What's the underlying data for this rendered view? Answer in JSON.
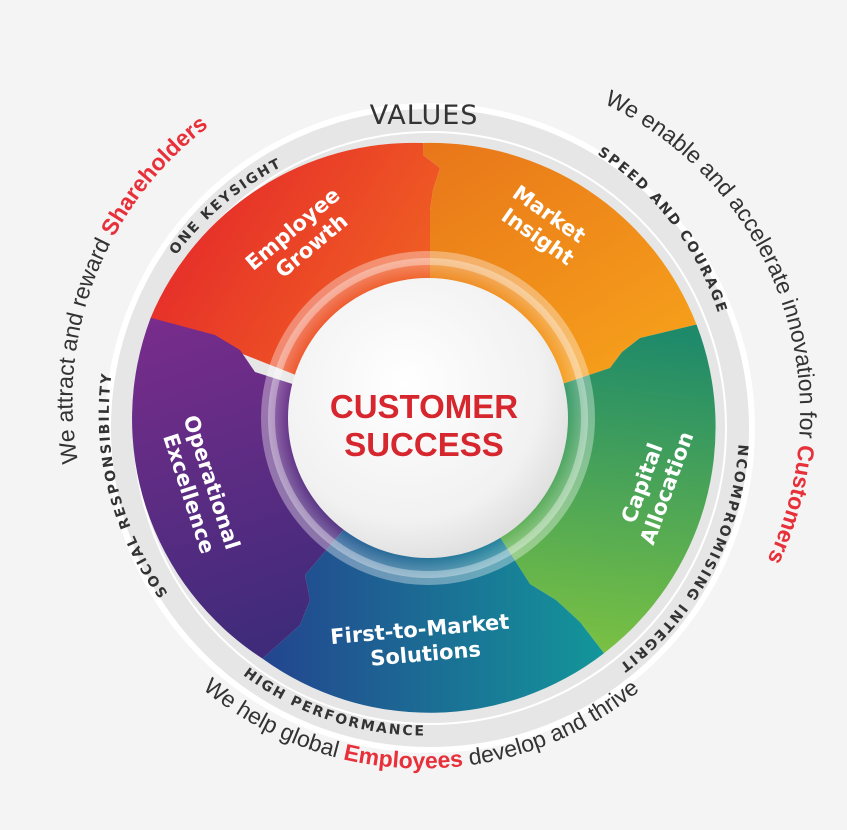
{
  "diagram": {
    "values_label": "VALUES",
    "center": {
      "line1": "CUSTOMER",
      "line2": "SUCCESS"
    },
    "segments": [
      {
        "line1": "Employee",
        "line2": "Growth"
      },
      {
        "line1": "Market",
        "line2": "Insight"
      },
      {
        "line1": "Capital",
        "line2": "Allocation"
      },
      {
        "line1": "First-to-Market",
        "line2": "Solutions"
      },
      {
        "line1": "Operational",
        "line2": "Excellence"
      }
    ],
    "values": [
      "ONE KEYSIGHT",
      "SPEED AND COURAGE",
      "UNCOMPROMISING INTEGRITY",
      "HIGH PERFORMANCE",
      "SOCIAL RESPONSIBILITY"
    ],
    "outer": {
      "shareholders": {
        "before": "We attract and reward ",
        "accent": "Shareholders"
      },
      "customers": {
        "before": "We enable and accelerate innovation for ",
        "accent": "Customers"
      },
      "employees": {
        "before": "We help global ",
        "accent": "Employees",
        "after": " develop and thrive"
      }
    },
    "colors": {
      "employee_growth": "#e4342c",
      "market_insight": "#f08a1e",
      "capital_allocation": "#2e9a5a",
      "first_to_market": "#1f6f9a",
      "operational_excellence": "#5a2a8a",
      "accent": "#e8303a"
    }
  }
}
